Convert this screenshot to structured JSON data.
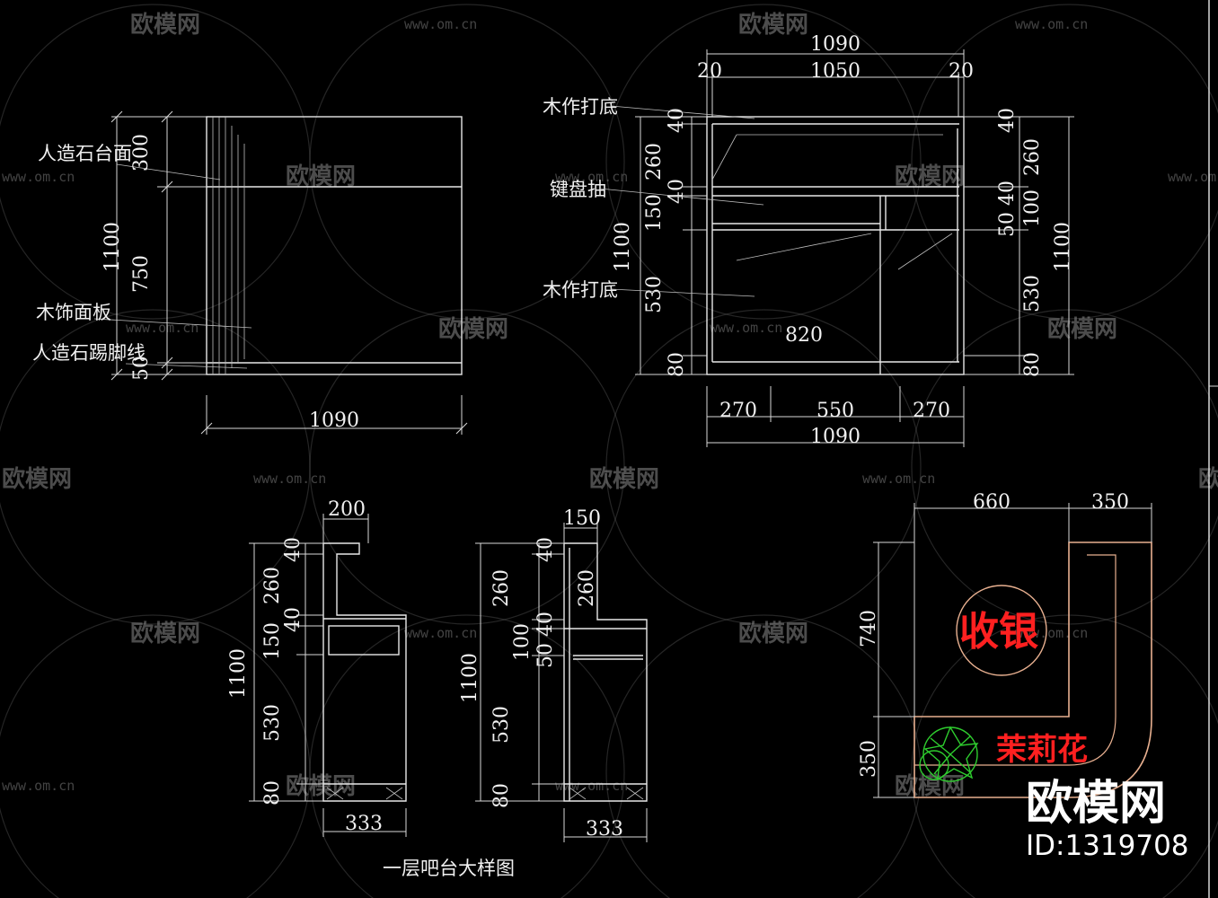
{
  "title": "一层吧台大样图",
  "watermark": {
    "brand": "欧模网",
    "url": "www.om.cn",
    "big": "欧模网",
    "id": "ID:1319708"
  },
  "view1": {
    "labels": [
      "人造石台面",
      "木饰面板",
      "人造石踢脚线"
    ],
    "dims_left": [
      "300",
      "750",
      "50"
    ],
    "overall_h": "1100",
    "width": "1090"
  },
  "view2": {
    "labels": [
      "木作打底",
      "键盘抽",
      "木作打底"
    ],
    "top_total": "1090",
    "top_segments": [
      "20",
      "1050",
      "20"
    ],
    "left_dims": [
      "40",
      "260",
      "40",
      "150",
      "530",
      "80"
    ],
    "left_overall": "1100",
    "right_dims": [
      "40",
      "260",
      "40",
      "50",
      "100",
      "530",
      "80"
    ],
    "right_overall": "1100",
    "inner": "820",
    "bottom_segments": [
      "270",
      "550",
      "270"
    ],
    "bottom_total": "1090"
  },
  "view3": {
    "top": "200",
    "left_dims": [
      "40",
      "260",
      "40",
      "150",
      "530",
      "80"
    ],
    "overall": "1100",
    "bottom": "333"
  },
  "view4": {
    "top": "150",
    "left_dims": [
      "40",
      "260",
      "40",
      "50",
      "100",
      "530",
      "80"
    ],
    "overall": "1100",
    "bottom": "333",
    "inner": "260"
  },
  "plan": {
    "top_dims": [
      "660",
      "350"
    ],
    "left_dims": [
      "740",
      "350"
    ],
    "cashier": "收银",
    "plant": "茉莉花"
  },
  "colors": {
    "background": "#000000",
    "line": "#e8e8e8",
    "accent": "#ff2020",
    "counter": "#e8b090",
    "plant": "#2ecc2e"
  }
}
